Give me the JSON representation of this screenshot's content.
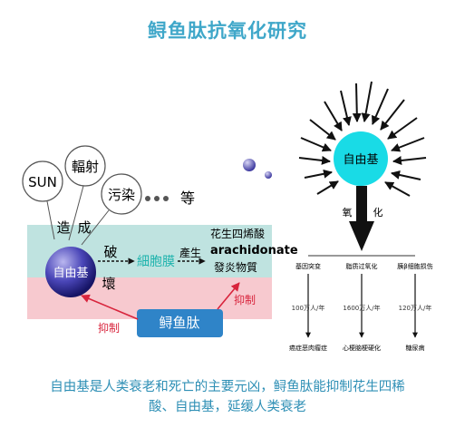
{
  "title": "鲟鱼肽抗氧化研究",
  "left_diagram": {
    "sun": "SUN",
    "radiation": "輻射",
    "pollution": "污染",
    "etc": "等",
    "cause_1": "造",
    "cause_2": "成",
    "free_radical": "自由基",
    "destroy": "破",
    "cell_membrane": "細胞膜",
    "produce": "產生",
    "aa_cn": "花生四烯酸",
    "aa_en": "arachidonate",
    "inflammatory": "發炎物質",
    "damage": "壞",
    "inhibit_left": "抑制",
    "inhibit_right": "抑制",
    "peptide": "鲟鱼肽"
  },
  "right_diagram": {
    "center": "自由基",
    "oxidation_1": "氧",
    "oxidation_2": "化",
    "columns": [
      {
        "header": "基因突变",
        "stat": "100万人/年",
        "disease": "癌症恶肉瘤症"
      },
      {
        "header": "脂质过氧化",
        "stat": "1600万人/年",
        "disease": "心梗脑梗硬化"
      },
      {
        "header": "胰β细胞损伤",
        "stat": "120万人/年",
        "disease": "糖尿病"
      }
    ]
  },
  "caption_line1": "自由基是人类衰老和死亡的主要元凶，鲟鱼肽能抑制花生四稀",
  "caption_line2": "酸、自由基，延缓人类衰老",
  "colors": {
    "accent": "#3fa7c9",
    "teal_band": "#bfe3e0",
    "pink_band": "#f7c9cf",
    "center_circle": "#19dbe6",
    "peptide_box": "#2f84c8",
    "inhibit_red": "#d8243c"
  }
}
